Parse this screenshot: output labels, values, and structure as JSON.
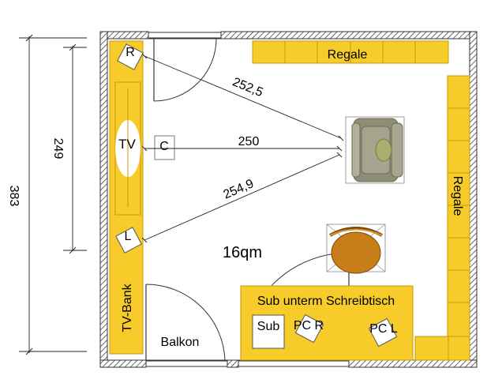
{
  "colors": {
    "furniture": "#f7cc2a",
    "furniture_edge": "#c59a08",
    "wall_hatch": "#555555",
    "chair_seat": "#9a9880",
    "chair_cushion": "#a9ad6f",
    "desk_chair": "#c87e18"
  },
  "labels": {
    "shelf_top": "Regale",
    "shelf_right": "Regale",
    "tv": "TV",
    "speaker_right": "R",
    "speaker_left": "L",
    "center_speaker": "C",
    "tv_bench": "TV-Bank",
    "balcony": "Balkon",
    "desk": "Sub unterm Schreibtisch",
    "subwoofer": "Sub",
    "pc_right": "PC R",
    "pc_left": "PC L",
    "area": "16qm"
  },
  "measurements": {
    "to_right_speaker": "252,5",
    "to_center": "250",
    "to_left_speaker": "254,9",
    "speaker_span": "249",
    "room_length": "383"
  },
  "icons": [
    "armchair-icon",
    "desk-chair-icon",
    "door-swing-icon"
  ]
}
